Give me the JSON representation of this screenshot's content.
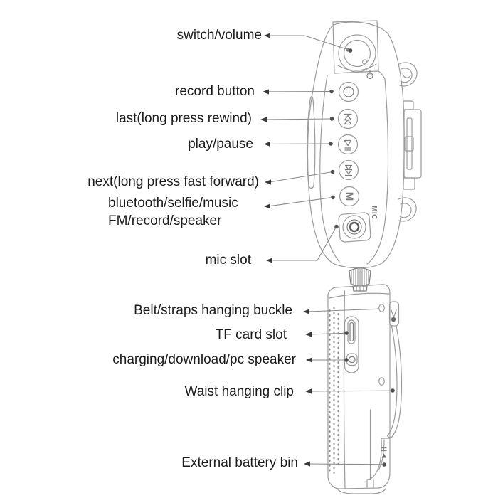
{
  "colors": {
    "background": "#ffffff",
    "device_outline": "#9b9b9b",
    "device_outline_dark": "#7e7e7e",
    "label_text": "#1b1b1b",
    "leader_line": "#8a8a8a",
    "arrowhead": "#3a3a3a",
    "endpoint_dot": "#4f4f4f"
  },
  "device": {
    "mode_button_label": "M",
    "mic_jack_label": "MIC"
  },
  "callouts": [
    {
      "label": "switch/volume"
    },
    {
      "label": "record button"
    },
    {
      "label": "last(long press rewind)"
    },
    {
      "label": "play/pause"
    },
    {
      "label": "next(long press fast forward)"
    },
    {
      "label": "bluetooth/selfie/music",
      "label2": "FM/record/speaker"
    },
    {
      "label": "mic slot"
    },
    {
      "label": "Belt/straps hanging buckle"
    },
    {
      "label": "TF card slot"
    },
    {
      "label": "charging/download/pc speaker"
    },
    {
      "label": "Waist hanging clip"
    },
    {
      "label": "External battery bin"
    }
  ]
}
